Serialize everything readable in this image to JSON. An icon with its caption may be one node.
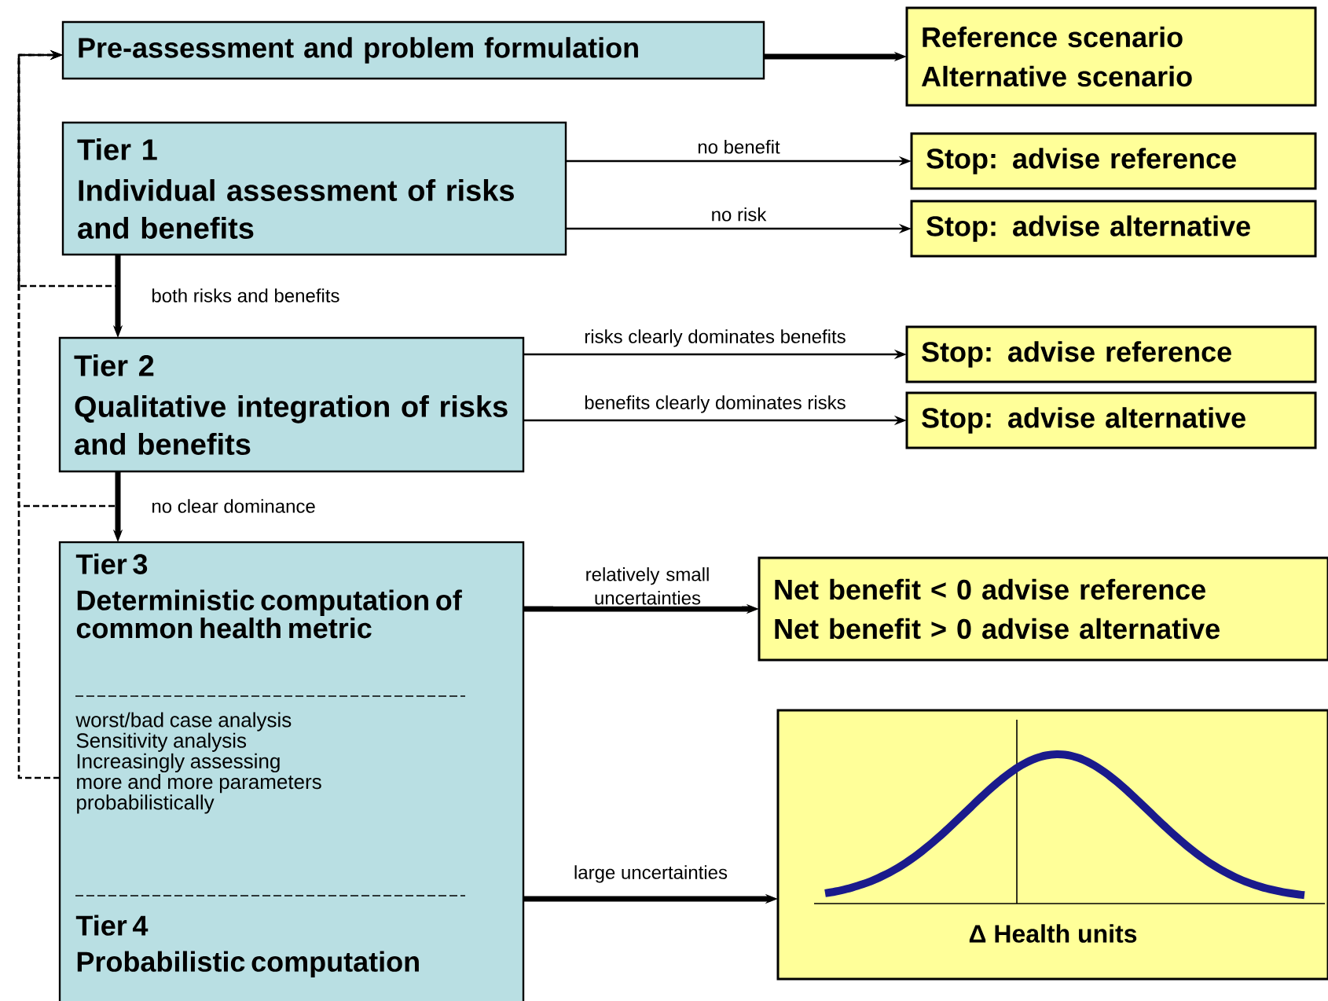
{
  "diagram": {
    "nodes": [
      {
        "text": [
          "Pre-assessment and problem formulation"
        ]
      },
      {
        "text": [
          "Reference scenario",
          "Alternative scenario"
        ]
      },
      {
        "text": [
          "Tier 1",
          "Individual assessment of risks and benefits"
        ]
      },
      {
        "text": [
          "Stop: advise reference"
        ]
      },
      {
        "text": [
          "Stop: advise alternative"
        ]
      },
      {
        "text": [
          "Tier 2",
          "Qualitative integration of risks and benefits"
        ]
      },
      {
        "text": [
          "Stop: advise reference"
        ]
      },
      {
        "text": [
          "Stop: advise alternative"
        ]
      },
      {
        "text": [
          "Tier 3",
          "Deterministic computation of common health metric",
          "worst/bad case analysis Sensitivity analysis Increasingly assessing more and more parameters probabilistically",
          "Tier 4",
          "Probabilistic computation"
        ]
      },
      {
        "text": [
          "Net benefit < 0 advise reference",
          "Net benefit > 0 advise alternative"
        ]
      },
      {
        "text": [
          "Δ Health units"
        ]
      }
    ],
    "edges": [
      {
        "from": 0,
        "to": 1,
        "arrow": "to",
        "style": "thick"
      },
      {
        "from": 2,
        "to": 3,
        "arrow": "to",
        "label": "no benefit"
      },
      {
        "from": 2,
        "to": 4,
        "arrow": "to",
        "label": "no risk"
      },
      {
        "from": 2,
        "to": 5,
        "arrow": "to",
        "label": "both risks and benefits",
        "style": "thick"
      },
      {
        "from": 5,
        "to": 6,
        "arrow": "to",
        "label": "risks clearly dominates benefits"
      },
      {
        "from": 5,
        "to": 7,
        "arrow": "to",
        "label": "benefits clearly dominates risks"
      },
      {
        "from": 5,
        "to": 8,
        "arrow": "to",
        "label": "no clear dominance",
        "style": "thick"
      },
      {
        "from": 8,
        "to": 9,
        "arrow": "to",
        "label": "relatively small uncertainties",
        "style": "thick"
      },
      {
        "from": 8,
        "to": 10,
        "arrow": "to",
        "label": "large uncertainties",
        "style": "thick"
      },
      {
        "from": 2,
        "to": 0,
        "arrow": "to",
        "style": "dashed"
      },
      {
        "from": 5,
        "to": 0,
        "arrow": "to",
        "style": "dashed"
      },
      {
        "from": 8,
        "to": 0,
        "arrow": "to",
        "style": "dashed"
      }
    ]
  }
}
